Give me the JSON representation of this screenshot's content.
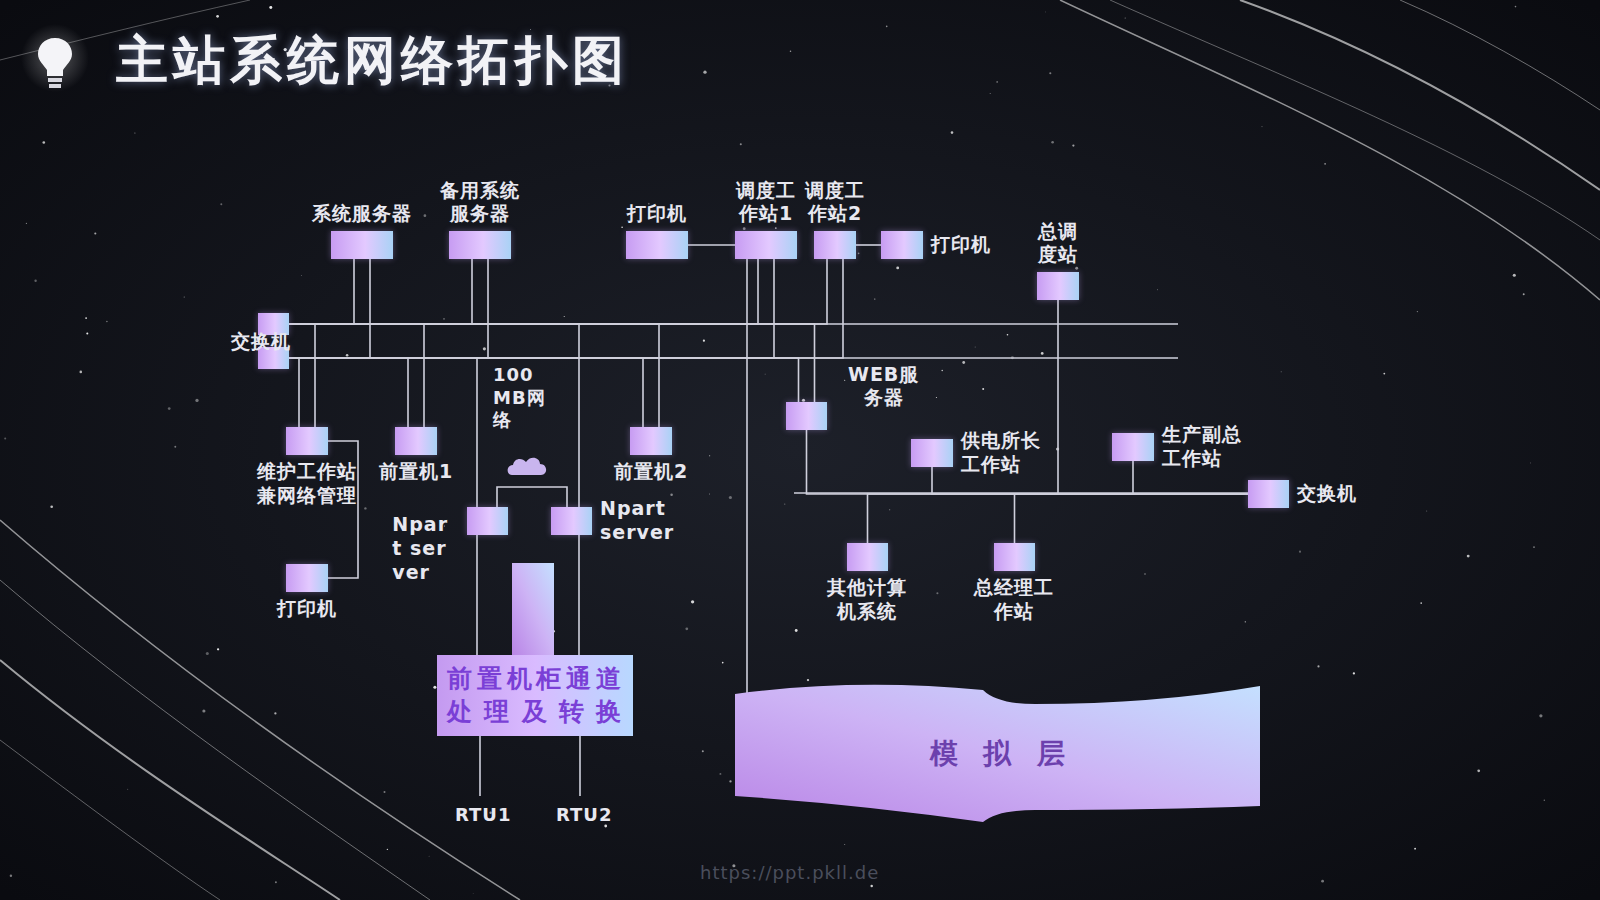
{
  "diagram": {
    "title": "主站系统网络拓扑图",
    "nodes": [
      {
        "text": [
          "系统服务器"
        ]
      },
      {
        "text": [
          "备用系统服务器"
        ]
      },
      {
        "text": [
          "打印机"
        ]
      },
      {
        "text": [
          "调度工作站1"
        ]
      },
      {
        "text": [
          "调度工作站2"
        ]
      },
      {
        "text": [
          "打印机"
        ]
      },
      {
        "text": [
          "总调度站"
        ]
      },
      {
        "text": [
          "交换机"
        ]
      },
      {
        "text": [
          "维护工作站兼网络管理"
        ]
      },
      {
        "text": [
          "前置机1"
        ]
      },
      {
        "text": [
          "前置机2"
        ]
      },
      {
        "text": [
          "WEB服务器"
        ]
      },
      {
        "text": [
          "供电所长工作站"
        ]
      },
      {
        "text": [
          "生产副总工作站"
        ]
      },
      {
        "text": [
          "交换机"
        ]
      },
      {
        "text": [
          "Npart server"
        ]
      },
      {
        "text": [
          "Npart server"
        ]
      },
      {
        "text": [
          "其他计算机系统"
        ]
      },
      {
        "text": [
          "总经理工作站"
        ]
      },
      {
        "text": [
          "前置机柜通道处理及转换"
        ]
      },
      {
        "text": [
          "打印机"
        ]
      },
      {
        "text": [
          "模拟层"
        ]
      }
    ],
    "edges": [
      {
        "from": 0,
        "to": 7,
        "arrow": "none"
      },
      {
        "from": 1,
        "to": 7,
        "arrow": "none"
      },
      {
        "from": 2,
        "to": 3,
        "arrow": "none"
      },
      {
        "from": 3,
        "to": 7,
        "arrow": "none"
      },
      {
        "from": 4,
        "to": 7,
        "arrow": "none"
      },
      {
        "from": 4,
        "to": 5,
        "arrow": "none"
      },
      {
        "from": 8,
        "to": 7,
        "arrow": "none"
      },
      {
        "from": 8,
        "to": 20,
        "arrow": "none"
      },
      {
        "from": 9,
        "to": 7,
        "arrow": "none"
      },
      {
        "from": 10,
        "to": 7,
        "arrow": "none"
      },
      {
        "from": 11,
        "to": 7,
        "arrow": "none"
      },
      {
        "from": 15,
        "to": 7,
        "arrow": "none"
      },
      {
        "from": 16,
        "to": 7,
        "arrow": "none"
      },
      {
        "from": 15,
        "to": 19,
        "arrow": "none"
      },
      {
        "from": 16,
        "to": 19,
        "arrow": "none"
      },
      {
        "from": 3,
        "to": 21,
        "arrow": "none"
      },
      {
        "from": 6,
        "to": 14,
        "arrow": "none"
      },
      {
        "from": 11,
        "to": 14,
        "arrow": "none"
      },
      {
        "from": 12,
        "to": 14,
        "arrow": "none"
      },
      {
        "from": 13,
        "to": 14,
        "arrow": "none"
      },
      {
        "from": 17,
        "to": 14,
        "arrow": "none"
      },
      {
        "from": 18,
        "to": 14,
        "arrow": "none"
      }
    ],
    "labels": [
      "100MB网络",
      "RTU1",
      "RTU2",
      "https://ppt.pkll.de"
    ]
  }
}
